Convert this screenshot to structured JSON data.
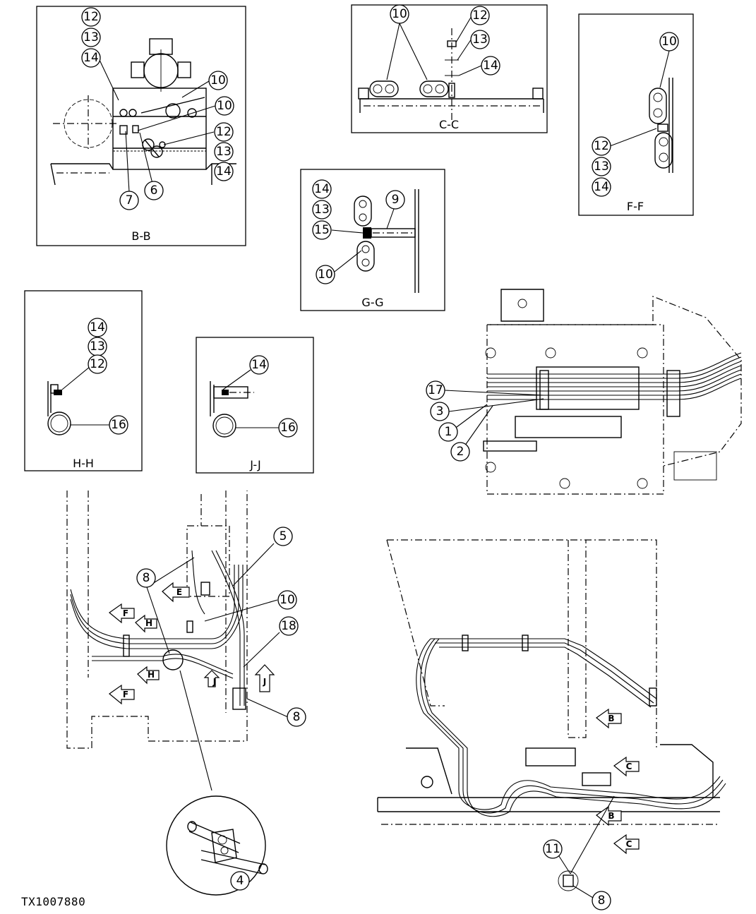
{
  "figure_ref": "TX1007880",
  "views": [
    {
      "id": "bb",
      "caption": "B-B"
    },
    {
      "id": "cc",
      "caption": "C-C"
    },
    {
      "id": "ff",
      "caption": "F-F"
    },
    {
      "id": "gg",
      "caption": "G-G"
    },
    {
      "id": "hh",
      "caption": "H-H"
    },
    {
      "id": "jj",
      "caption": "J-J"
    }
  ],
  "callouts": {
    "bb": [
      "12",
      "13",
      "14",
      "10",
      "10",
      "12",
      "13",
      "14",
      "7",
      "6"
    ],
    "cc": [
      "10",
      "12",
      "13",
      "14"
    ],
    "ff": [
      "10",
      "12",
      "13",
      "14"
    ],
    "gg": [
      "14",
      "13",
      "15",
      "9",
      "10"
    ],
    "hh": [
      "14",
      "13",
      "12",
      "16"
    ],
    "jj": [
      "14",
      "16"
    ],
    "top": [
      "17",
      "3",
      "1",
      "2"
    ],
    "left": [
      "5",
      "8",
      "10",
      "18",
      "8"
    ],
    "detail": [
      "4"
    ],
    "right": [
      "11",
      "8"
    ]
  },
  "section_arrows": {
    "left": [
      "E",
      "F",
      "H",
      "F",
      "H",
      "J",
      "J"
    ],
    "right": [
      "B",
      "C",
      "B",
      "C"
    ]
  }
}
